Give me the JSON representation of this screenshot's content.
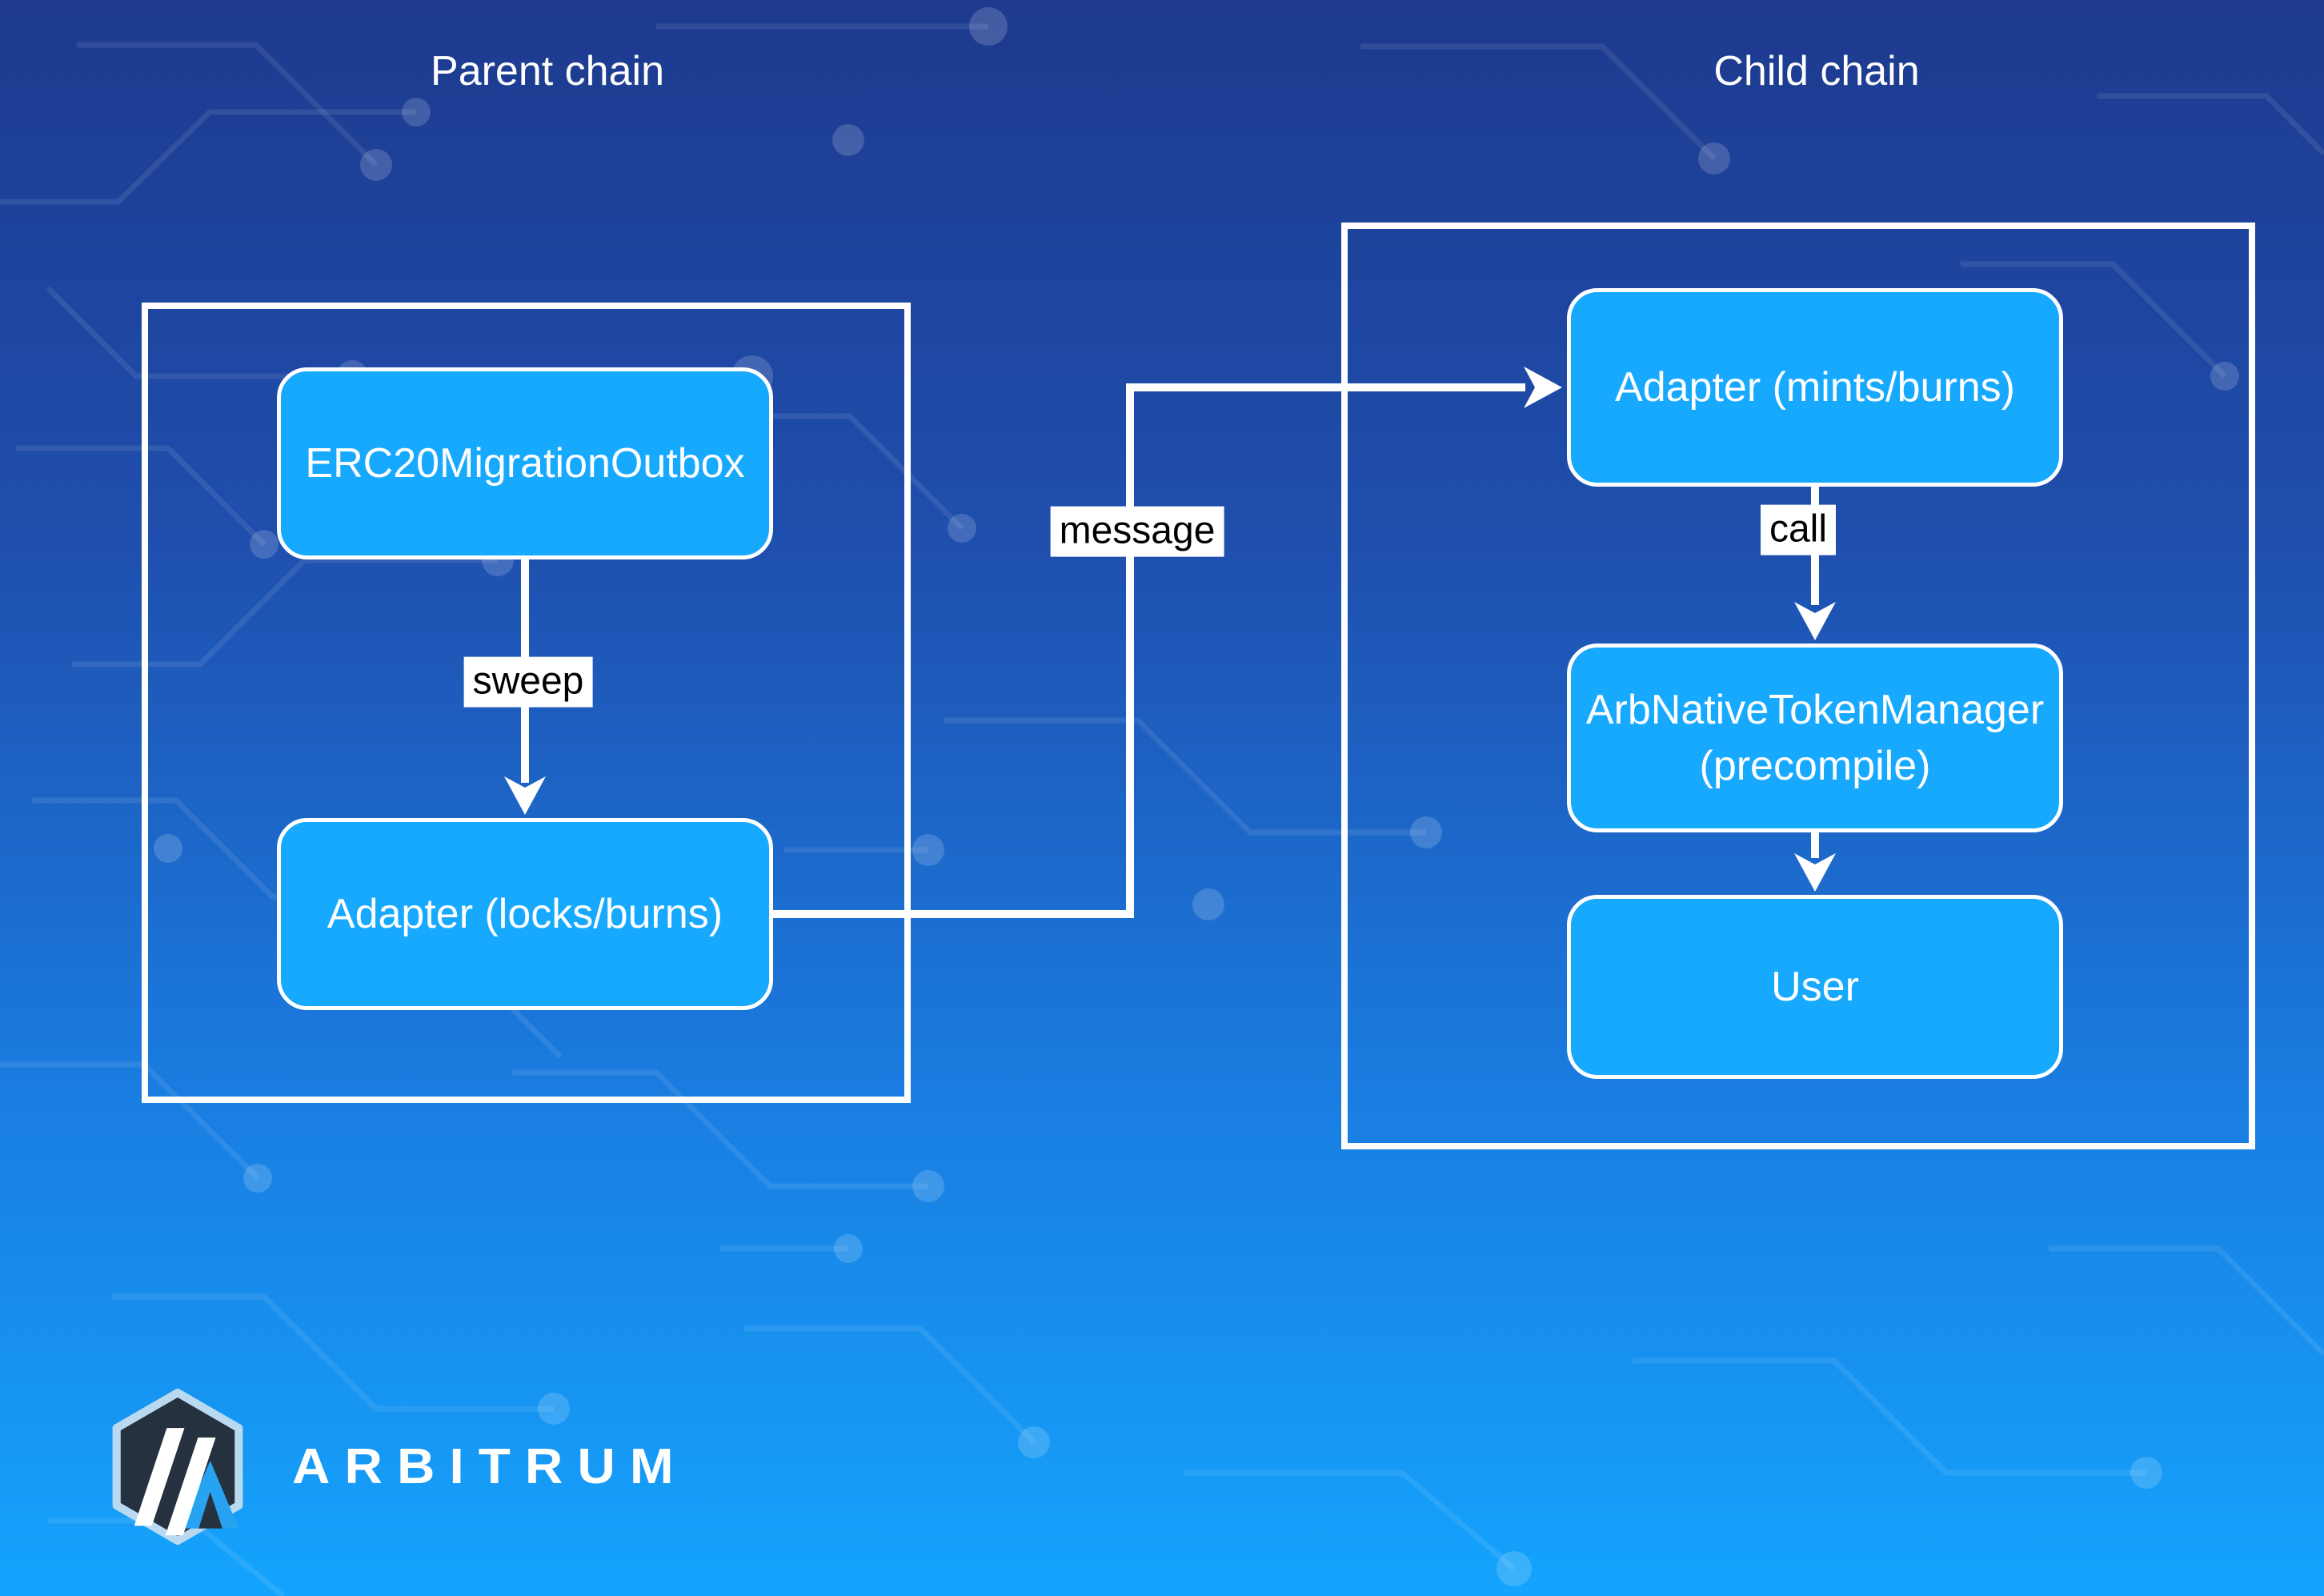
{
  "labels": {
    "parent_chain": "Parent chain",
    "child_chain": "Child chain"
  },
  "nodes": {
    "erc20_migration_outbox": "ERC20MigrationOutbox",
    "adapter_locks_burns": "Adapter (locks/burns)",
    "adapter_mints_burns": "Adapter (mints/burns)",
    "arb_native_token_manager": [
      "ArbNativeTokenManager",
      "(precompile)"
    ],
    "user": "User"
  },
  "edges": {
    "sweep": "sweep",
    "message": "message",
    "call": "call"
  },
  "branding": {
    "wordmark": "ARBITRUM",
    "logo_icon": "arbitrum-hexagon-logo"
  },
  "colors": {
    "background_top": "#1d3a8e",
    "background_bottom": "#14a4fd",
    "node_fill": "#16a9fe",
    "node_border": "#ffffff",
    "container_border": "#ffffff",
    "connector": "#ffffff",
    "edge_label_bg": "#ffffff",
    "edge_label_text": "#000000",
    "title_text": "#ffffff",
    "logo_hex_fill": "#263140",
    "logo_hex_border": "#b9d9f0",
    "logo_accent_blue": "#28a3f2"
  }
}
